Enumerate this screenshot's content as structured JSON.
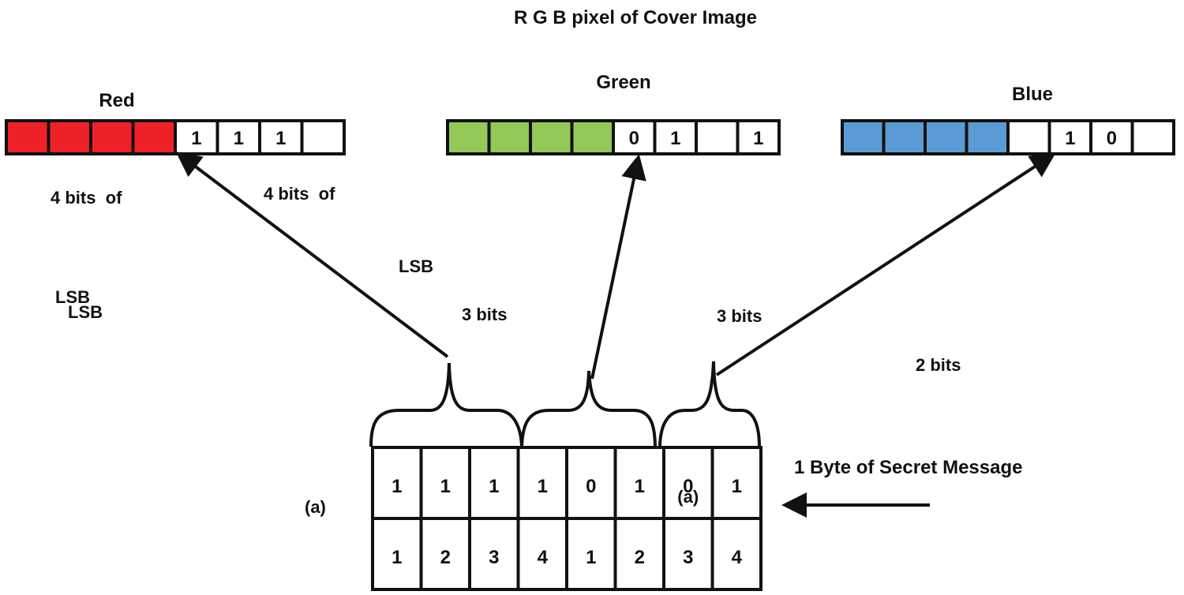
{
  "title": "R G B pixel of Cover Image",
  "channels": [
    {
      "name": "Red",
      "color": "#ee2127",
      "bits": [
        "",
        "",
        "",
        "",
        "1",
        "1",
        "1",
        ""
      ]
    },
    {
      "name": "Green",
      "color": "#92c957",
      "bits": [
        "",
        "",
        "",
        "",
        "0",
        "1",
        "",
        "1"
      ]
    },
    {
      "name": "Blue",
      "color": "#5b9bd5",
      "bits": [
        "",
        "",
        "",
        "",
        "",
        "1",
        "0",
        ""
      ]
    }
  ],
  "labels": {
    "four_bits_left": "4 bits  of",
    "four_bits_mid": "4 bits  of",
    "lsb_mid": "LSB",
    "lsb_left_1": "LSB",
    "lsb_left_2": "LSB",
    "three_bits_left": "3 bits",
    "three_bits_right": "3 bits",
    "two_bits": "2 bits",
    "a_left": "(a)",
    "a_cell": "(a)",
    "secret_message": "1 Byte of Secret Message"
  },
  "secret_byte": {
    "bits": [
      "1",
      "1",
      "1",
      "1",
      "0",
      "1",
      "0",
      "1"
    ],
    "positions": [
      "1",
      "2",
      "3",
      "4",
      "1",
      "2",
      "3",
      "4"
    ]
  }
}
